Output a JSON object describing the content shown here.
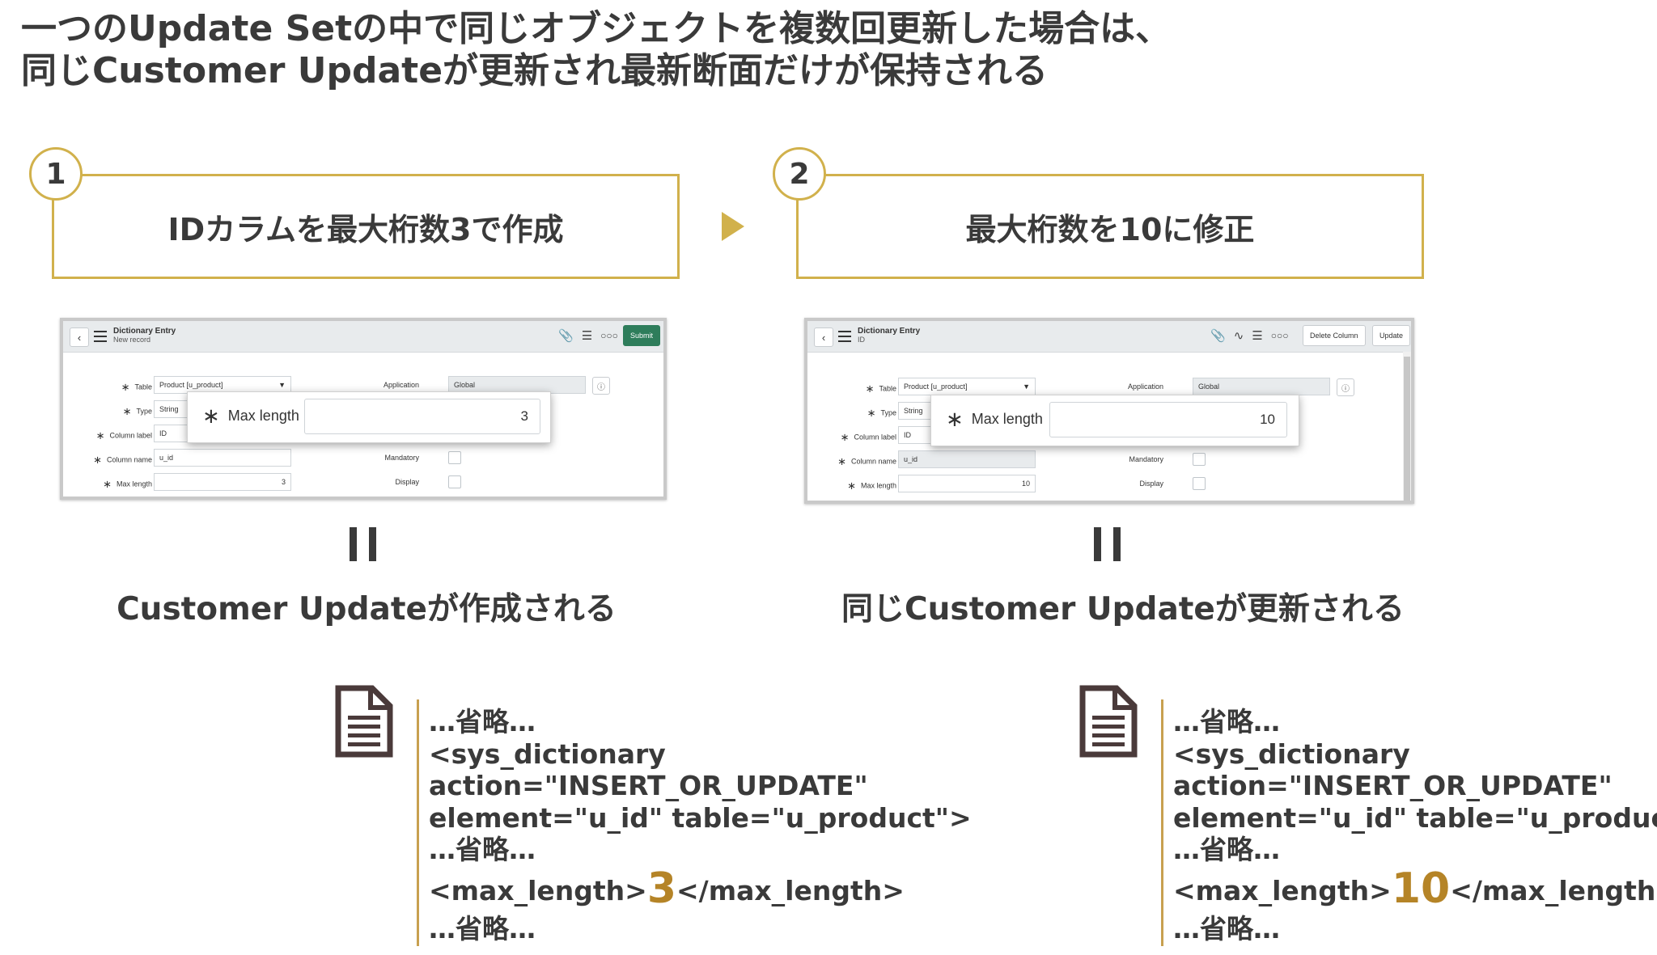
{
  "title": {
    "line1": "一つのUpdate Setの中で同じオブジェクトを複数回更新した場合は、",
    "line2": "同じCustomer Updateが更新され最新断面だけが保持される"
  },
  "colors": {
    "accent": "#d1b14c",
    "highlight": "#b58427",
    "text": "#3a3a3a",
    "submit": "#2e7d5b"
  },
  "steps": [
    {
      "number": "1",
      "label": "IDカラムを最大桁数3で作成",
      "screenshot": {
        "header_title": "Dictionary Entry",
        "header_subtitle": "New record",
        "buttons": [
          "Submit"
        ],
        "fields": {
          "table_label": "Table",
          "table_value": "Product [u_product]",
          "type_label": "Type",
          "type_value": "String",
          "column_label_label": "Column label",
          "column_label_value": "ID",
          "column_name_label": "Column name",
          "column_name_value": "u_id",
          "max_length_label": "Max length",
          "max_length_value": "3",
          "application_label": "Application",
          "application_value": "Global",
          "mandatory_label": "Mandatory",
          "display_label": "Display"
        },
        "zoom_label": "Max length",
        "zoom_value": "3"
      },
      "result": "Customer Updateが作成される",
      "code": {
        "omit1": "…省略…",
        "line1": "<sys_dictionary",
        "line2": "action=\"INSERT_OR_UPDATE\"",
        "line3": "element=\"u_id\" table=\"u_product\">",
        "omit2": "…省略…",
        "max_open": "<max_length>",
        "max_value": "3",
        "max_close": "</max_length>",
        "omit3": "…省略…"
      }
    },
    {
      "number": "2",
      "label": "最大桁数を10に修正",
      "screenshot": {
        "header_title": "Dictionary Entry",
        "header_subtitle": "ID",
        "buttons": [
          "Delete Column",
          "Update"
        ],
        "fields": {
          "table_label": "Table",
          "table_value": "Product [u_product]",
          "type_label": "Type",
          "type_value": "String",
          "column_label_label": "Column label",
          "column_label_value": "ID",
          "column_name_label": "Column name",
          "column_name_value": "u_id",
          "max_length_label": "Max length",
          "max_length_value": "10",
          "application_label": "Application",
          "application_value": "Global",
          "mandatory_label": "Mandatory",
          "display_label": "Display"
        },
        "zoom_label": "Max length",
        "zoom_value": "10"
      },
      "result": "同じCustomer Updateが更新される",
      "code": {
        "omit1": "…省略…",
        "line1": "<sys_dictionary",
        "line2": "action=\"INSERT_OR_UPDATE\"",
        "line3": "element=\"u_id\" table=\"u_product\">",
        "omit2": "…省略…",
        "max_open": "<max_length>",
        "max_value": "10",
        "max_close": "</max_length>",
        "omit3": "…省略…"
      }
    }
  ]
}
